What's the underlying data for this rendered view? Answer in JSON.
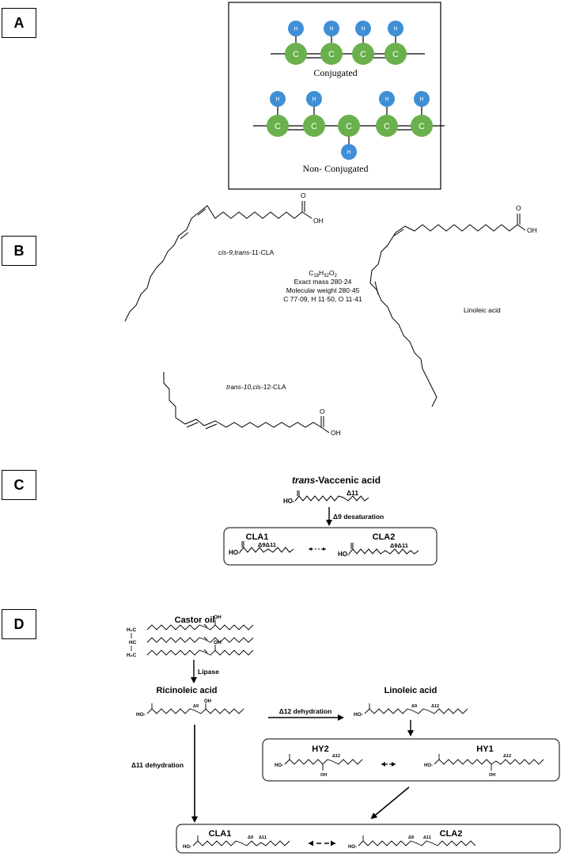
{
  "panels": {
    "a": {
      "label": "A",
      "atom_c": "C",
      "atom_h": "H",
      "conjugated_caption": "Conjugated",
      "nonconjugated_caption": "Non- Conjugated",
      "carbon_color": "#6ab04c",
      "hydrogen_color": "#3f8fd6"
    },
    "b": {
      "label": "B",
      "cis9_name_italic": "cis-9,trans",
      "cis9_name_rest": "-11-CLA",
      "trans10_name_italic": "trans-10,cis",
      "trans10_name_rest": "-12-CLA",
      "linoleic_name": "Linoleic acid",
      "oh": "OH",
      "o": "O",
      "formula": "C18H32O2",
      "formula_c": "C",
      "formula_c_sub": "18",
      "formula_h": "H",
      "formula_h_sub": "32",
      "formula_o": "O",
      "formula_o_sub": "2",
      "exact_mass": "Exact mass 280·24",
      "molecular_weight": "Molecular weight 280·45",
      "composition": "C 77·09, H 11·50, O 11·41"
    },
    "c": {
      "label": "C",
      "tva_italic": "trans",
      "tva_rest": "-Vaccenic acid",
      "delta11": "Δ11",
      "desaturation": "Δ9 desaturation",
      "cla1": "CLA1",
      "cla2": "CLA2",
      "delta9delta11": "Δ9Δ11",
      "ho": "HO-"
    },
    "d": {
      "label": "D",
      "castor_oil": "Castor oil",
      "h2c": "H₂C",
      "hc": "HC",
      "lipase": "Lipase",
      "ricinoleic": "Ricinoleic acid",
      "linoleic": "Linoleic acid",
      "d12_dehydration": "Δ12 dehydration",
      "d11_dehydration": "Δ11 dehydration",
      "hy2": "HY2",
      "hy1": "HY1",
      "cla1": "CLA1",
      "cla2": "CLA2",
      "d9": "Δ9",
      "d11": "Δ11",
      "d12": "Δ12",
      "oh": "OH",
      "ho": "HO-"
    }
  }
}
